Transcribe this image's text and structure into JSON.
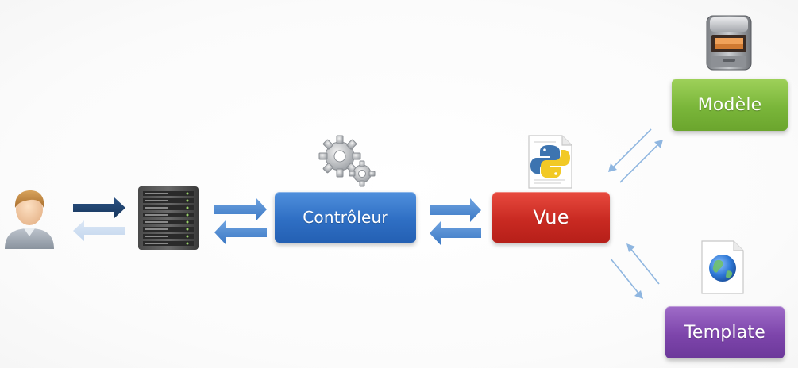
{
  "nodes": {
    "controleur": "Contrôleur",
    "vue": "Vue",
    "modele": "Modèle",
    "template": "Template"
  },
  "icons": {
    "user": "user-icon",
    "server": "server-icon",
    "gears": "gears-icon",
    "python_file": "python-file-icon",
    "database": "database-icon",
    "web_file": "web-file-icon"
  },
  "colors": {
    "controleur": "#2f6fc4",
    "vue": "#c92a22",
    "modele": "#7ab63a",
    "template": "#7d45ab",
    "dark_arrow": "#1e3f66",
    "light_arrow": "#cfdff1",
    "blue_arrow": "#4a86cf"
  }
}
